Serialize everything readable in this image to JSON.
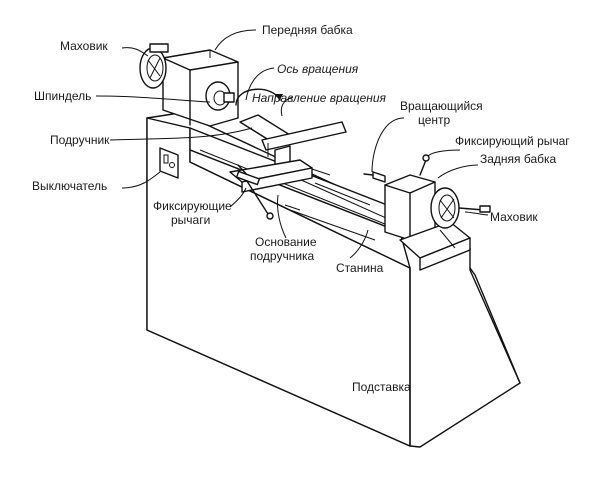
{
  "labels": {
    "handwheel_left": "Маховик",
    "headstock": "Передняя бабка",
    "axis_rotation": "Ось вращения",
    "spindle": "Шпиндель",
    "rotation_direction": "Направление вращения",
    "live_center_line1": "Вращающийся",
    "live_center_line2": "центр",
    "tool_rest": "Подручник",
    "locking_lever": "Фиксирующий рычаг",
    "tailstock": "Задняя бабка",
    "switch": "Выключатель",
    "locking_levers_line1": "Фиксирующие",
    "locking_levers_line2": "рычаги",
    "handwheel_right": "Маховик",
    "rest_base_line1": "Основание",
    "rest_base_line2": "подручника",
    "bed": "Станина",
    "stand": "Подставка"
  }
}
